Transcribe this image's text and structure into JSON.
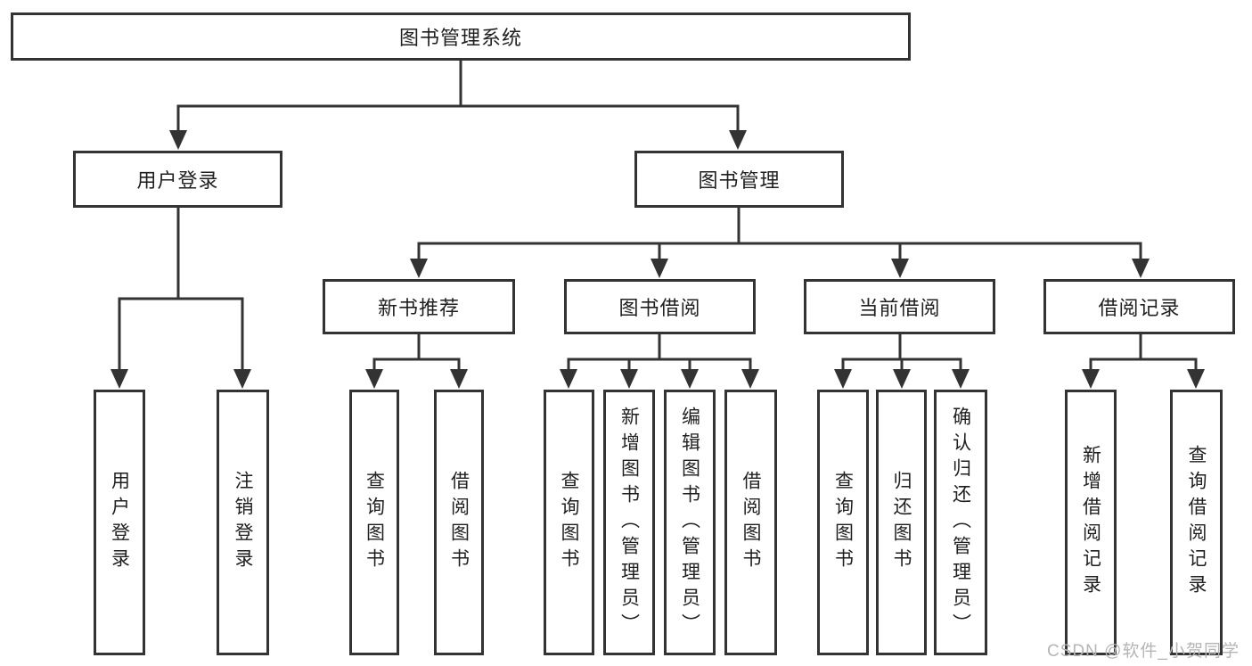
{
  "nodes": {
    "root": {
      "label": "图书管理系统"
    },
    "user_login": {
      "label": "用户登录"
    },
    "book_management": {
      "label": "图书管理"
    },
    "new_book_recommend": {
      "label": "新书推荐"
    },
    "book_borrowing": {
      "label": "图书借阅"
    },
    "current_borrowing": {
      "label": "当前借阅"
    },
    "borrowing_records": {
      "label": "借阅记录"
    },
    "login": {
      "label": "用户登录"
    },
    "logout": {
      "label": "注销登录"
    },
    "nbr_query_books": {
      "label": "查询图书"
    },
    "nbr_borrow_books": {
      "label": "借阅图书"
    },
    "bb_query_books": {
      "label": "查询图书"
    },
    "bb_add_books": {
      "label": "新增图书（管理员）"
    },
    "bb_edit_books": {
      "label": "编辑图书（管理员）"
    },
    "bb_borrow_books": {
      "label": "借阅图书"
    },
    "cb_query_books": {
      "label": "查询图书"
    },
    "cb_return_books": {
      "label": "归还图书"
    },
    "cb_confirm_return": {
      "label": "确认归还（管理员）"
    },
    "br_add_record": {
      "label": "新增借阅记录"
    },
    "br_query_record": {
      "label": "查询借阅记录"
    }
  },
  "edges": [
    [
      "root",
      "user_login"
    ],
    [
      "root",
      "book_management"
    ],
    [
      "user_login",
      "login"
    ],
    [
      "user_login",
      "logout"
    ],
    [
      "book_management",
      "new_book_recommend"
    ],
    [
      "book_management",
      "book_borrowing"
    ],
    [
      "book_management",
      "current_borrowing"
    ],
    [
      "book_management",
      "borrowing_records"
    ],
    [
      "new_book_recommend",
      "nbr_query_books"
    ],
    [
      "new_book_recommend",
      "nbr_borrow_books"
    ],
    [
      "book_borrowing",
      "bb_query_books"
    ],
    [
      "book_borrowing",
      "bb_add_books"
    ],
    [
      "book_borrowing",
      "bb_edit_books"
    ],
    [
      "book_borrowing",
      "bb_borrow_books"
    ],
    [
      "current_borrowing",
      "cb_query_books"
    ],
    [
      "current_borrowing",
      "cb_return_books"
    ],
    [
      "current_borrowing",
      "cb_confirm_return"
    ],
    [
      "borrowing_records",
      "br_add_record"
    ],
    [
      "borrowing_records",
      "br_query_record"
    ]
  ],
  "watermark": {
    "text": "CSDN @软件_小贺同学"
  },
  "colors": {
    "line": "#333333",
    "box_border": "#333333",
    "box_background": "#ffffff",
    "text": "#1f1f1f",
    "watermark": "#b5b5b5"
  }
}
